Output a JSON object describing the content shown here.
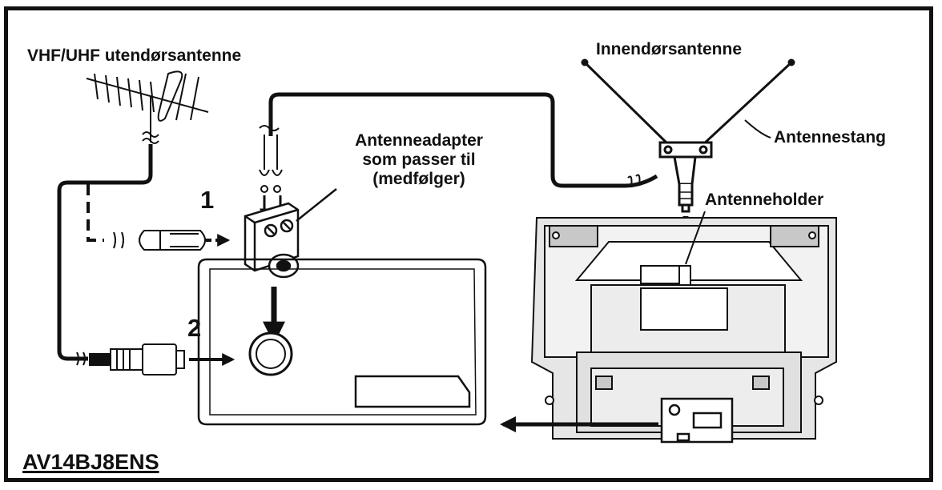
{
  "labels": {
    "outdoor_antenna": "VHF/UHF utendørsantenne",
    "indoor_antenna": "Innendørsantenne",
    "antenna_rod": "Antennestang",
    "adapter_line1": "Antenneadapter",
    "adapter_line2": "som passer til",
    "adapter_line3": "(medfølger)",
    "antenna_holder": "Antenneholder",
    "step1": "1",
    "step2": "2",
    "model": "AV14BJ8ENS"
  },
  "colors": {
    "ink": "#111111",
    "panel": "#e6e6e6",
    "panel_dark": "#c8c8c8",
    "background": "#ffffff"
  }
}
